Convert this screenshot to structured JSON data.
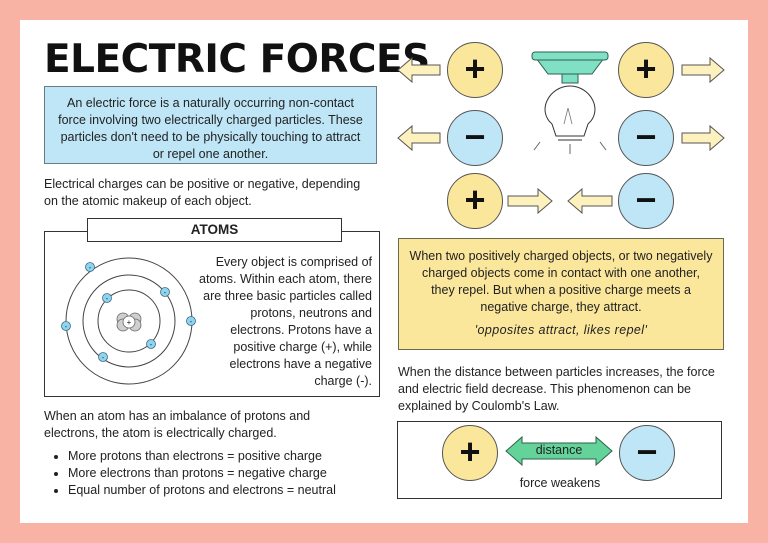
{
  "title": "ELECTRIC FORCES",
  "intro": "An electric force is a naturally occurring non-contact force involving two electrically charged particles. These particles don't need to be physically touching to attract or repel one another.",
  "charges_text": "Electrical charges can be positive or negative, depending on the atomic makeup of each object.",
  "atoms": {
    "heading": "ATOMS",
    "text": "Every object is comprised of atoms. Within each atom, there are three basic particles called protons, neutrons and electrons. Protons have a positive charge (+), while electrons have a negative charge (-)."
  },
  "imbalance_text": "When an atom has an imbalance of protons and electrons, the atom is electrically charged.",
  "bullets": [
    "More protons than electrons = positive charge",
    "More electrons than protons = negative charge",
    "Equal number of protons and electrons = neutral"
  ],
  "symbols": {
    "plus": "+",
    "minus": "−"
  },
  "rule_box": {
    "text": "When two positively charged objects, or two negatively charged objects come in contact with one another, they repel. But when a positive charge meets a negative charge, they attract.",
    "quote": "'opposites attract, likes repel'"
  },
  "distance_text": "When the distance between particles increases, the force and electric field decrease. This phenomenon can be explained by Coulomb's Law.",
  "distance_diagram": {
    "label": "distance",
    "caption": "force weakens"
  },
  "colors": {
    "background": "#f9b3a4",
    "positive": "#fbe79b",
    "negative": "#bfe6f6",
    "arrow": "#fdf1bd",
    "distance_arrow": "#63d39a",
    "lamp": "#7fe0c4"
  }
}
